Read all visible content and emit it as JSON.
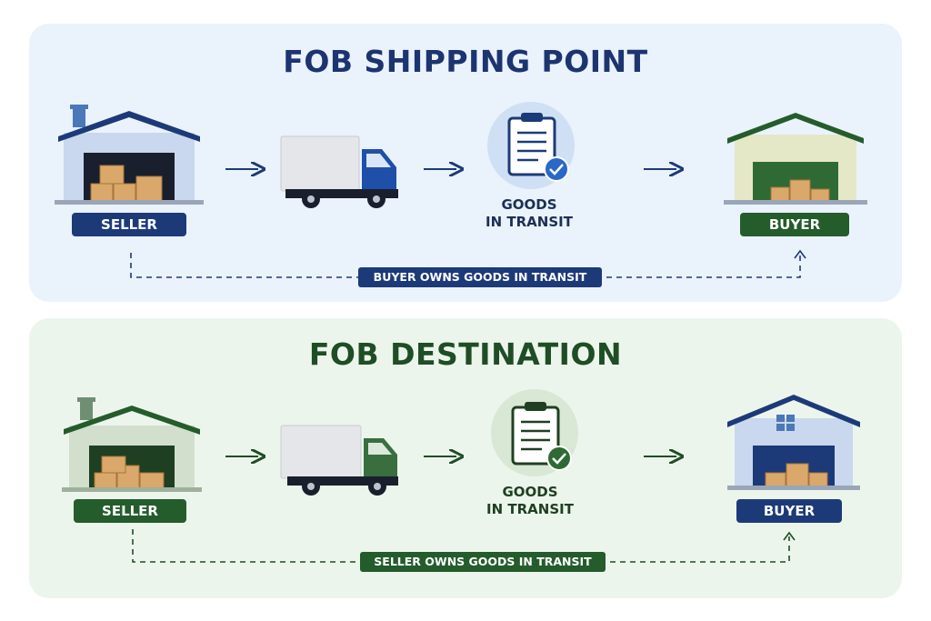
{
  "fob_shipping_point": {
    "title": "FOB SHIPPING POINT",
    "seller_label": "SELLER",
    "goods_line1": "GOODS",
    "goods_line2": "IN TRANSIT",
    "buyer_label": "BUYER",
    "ownership_note": "BUYER OWNS GOODS IN TRANSIT",
    "accent_color": "#1d3a78"
  },
  "fob_destination": {
    "title": "FOB DESTINATION",
    "seller_label": "SELLER",
    "goods_line1": "GOODS",
    "goods_line2": "IN TRANSIT",
    "buyer_label": "BUYER",
    "ownership_note": "SELLER OWNS GOODS IN TRANSIT",
    "accent_color": "#245c2c"
  }
}
